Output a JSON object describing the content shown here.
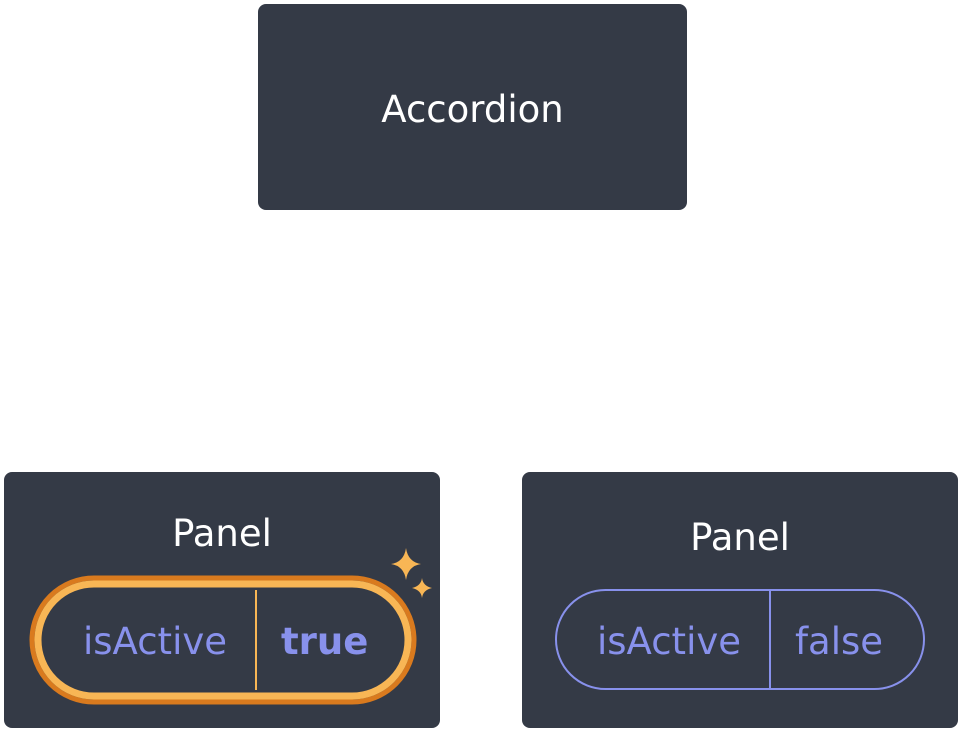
{
  "colors": {
    "node_bg": "#343a46",
    "node_text": "#ffffff",
    "prop_text": "#8891ec",
    "highlight_outer": "#d97a1e",
    "highlight_inner": "#f8b655",
    "sparkle": "#f8b655"
  },
  "nodes": {
    "root": {
      "title": "Accordion"
    },
    "left": {
      "title": "Panel",
      "prop": {
        "name": "isActive",
        "value": "true",
        "highlighted": true,
        "icon": "sparkle-icon"
      }
    },
    "right": {
      "title": "Panel",
      "prop": {
        "name": "isActive",
        "value": "false",
        "highlighted": false
      }
    }
  }
}
